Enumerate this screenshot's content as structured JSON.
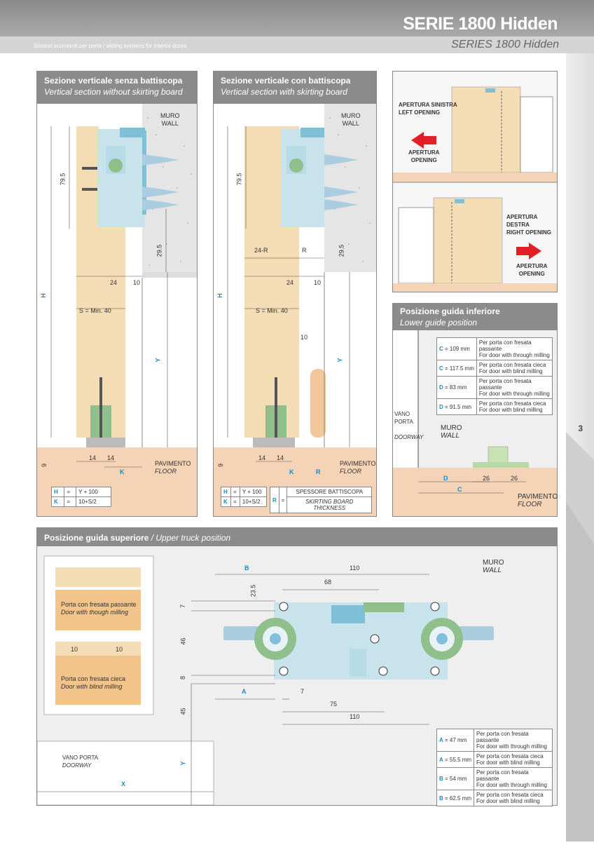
{
  "header": {
    "title": "SERIE 1800 Hidden",
    "subtitle_en": "SERIES 1800 Hidden",
    "tagline": "Sistemi scorrevoli per porte / sliding systems for interior doors"
  },
  "page_number": "3",
  "panel1": {
    "title_it": "Sezione verticale senza battiscopa",
    "title_en": "Vertical section without skirting board",
    "muro": "MURO",
    "wall": "WALL",
    "dim_795": "79.5",
    "dim_295": "29.5",
    "dim_24": "24",
    "dim_10": "10",
    "dim_s": "S = Min. 40",
    "dim_h": "H",
    "dim_y": "Y",
    "dim_9": "9",
    "dim_14a": "14",
    "dim_14b": "14",
    "dim_k": "K",
    "pav": "PAVIMENTO",
    "floor": "FLOOR",
    "formula": [
      {
        "k": "H",
        "eq": "=",
        "v": "Y + 100"
      },
      {
        "k": "K",
        "eq": "=",
        "v": "10+S/2"
      }
    ]
  },
  "panel2": {
    "title_it": "Sezione verticale con battiscopa",
    "title_en": "Vertical section with skirting board",
    "muro": "MURO",
    "wall": "WALL",
    "dim_795": "79.5",
    "dim_295": "29.5",
    "dim_24r": "24-R",
    "dim_r": "R",
    "dim_24": "24",
    "dim_10": "10",
    "dim_10b": "10",
    "dim_s": "S = Min. 40",
    "dim_h": "H",
    "dim_y": "Y",
    "dim_9": "9",
    "dim_14a": "14",
    "dim_14b": "14",
    "dim_k": "K",
    "dim_r2": "R",
    "pav": "PAVIMENTO",
    "floor": "FLOOR",
    "formula": [
      {
        "k": "H",
        "eq": "=",
        "v": "Y + 100"
      },
      {
        "k": "K",
        "eq": "=",
        "v": "10+S/2"
      }
    ],
    "r_key": "R",
    "r_eq": "=",
    "r_it": "SPESSORE BATTISCOPA",
    "r_en": "SKIRTING BOARD THICKNESS"
  },
  "panel3": {
    "left_it": "APERTURA SINISTRA",
    "left_en": "LEFT OPENING",
    "open_it": "APERTURA",
    "open_en": "OPENING",
    "right_it": "APERTURA DESTRA",
    "right_en": "RIGHT OPENING",
    "open2_it": "APERTURA",
    "open2_en": "OPENING",
    "arrow_color": "#e41e26"
  },
  "panel4": {
    "title_it": "Posizione guida inferiore",
    "title_en": "Lower guide position",
    "vano": "VANO",
    "porta": "PORTA",
    "doorway": "DOORWAY",
    "muro": "MURO",
    "wall": "WALL",
    "dim_d": "D",
    "dim_c": "C",
    "dim_26a": "26",
    "dim_26b": "26",
    "pav": "PAVIMENTO",
    "floor": "FLOOR",
    "table": [
      {
        "k": "C",
        "v": "= 109 mm",
        "it": "Per porta con fresata passante",
        "en": "For door with through milling"
      },
      {
        "k": "C",
        "v": "= 117.5 mm",
        "it": "Per porta con fresata cieca",
        "en": "For door with blind milling"
      },
      {
        "k": "D",
        "v": "= 83 mm",
        "it": "Per porta con fresata passante",
        "en": "For door with through milling"
      },
      {
        "k": "D",
        "v": "= 91.5 mm",
        "it": "Per porta con fresata cieca",
        "en": "For door with blind milling"
      }
    ]
  },
  "panel5": {
    "title_it": "Posizione guida superiore",
    "title_sep": " / ",
    "title_en": "Upper truck position",
    "door1_it": "Porta con fresata passante",
    "door1_en": "Door with though milling",
    "door2_it": "Porta con fresata cieca",
    "door2_en": "Door with blind milling",
    "d10a": "10",
    "d10b": "10",
    "muro": "MURO",
    "wall": "WALL",
    "dim_b": "B",
    "dim_110": "110",
    "dim_68": "68",
    "dim_235": "23.5",
    "dim_7": "7",
    "dim_46": "46",
    "dim_8": "8",
    "dim_a": "A",
    "dim_7b": "7",
    "dim_75": "75",
    "dim_110b": "110",
    "dim_45": "45",
    "dim_y": "Y",
    "dim_x": "X",
    "vano": "VANO PORTA",
    "doorway": "DOORWAY",
    "table": [
      {
        "k": "A",
        "v": "= 47 mm",
        "it": "Per porta con fresata passante",
        "en": "For door with through milling"
      },
      {
        "k": "A",
        "v": "= 55.5 mm",
        "it": "Per porta con fresata cieca",
        "en": "For door with blind milling"
      },
      {
        "k": "B",
        "v": "= 54 mm",
        "it": "Per porta con fresata passante",
        "en": "For door with through milling"
      },
      {
        "k": "B",
        "v": "= 62.5 mm",
        "it": "Per porta con fresata cieca",
        "en": "For door with blind milling"
      }
    ]
  }
}
